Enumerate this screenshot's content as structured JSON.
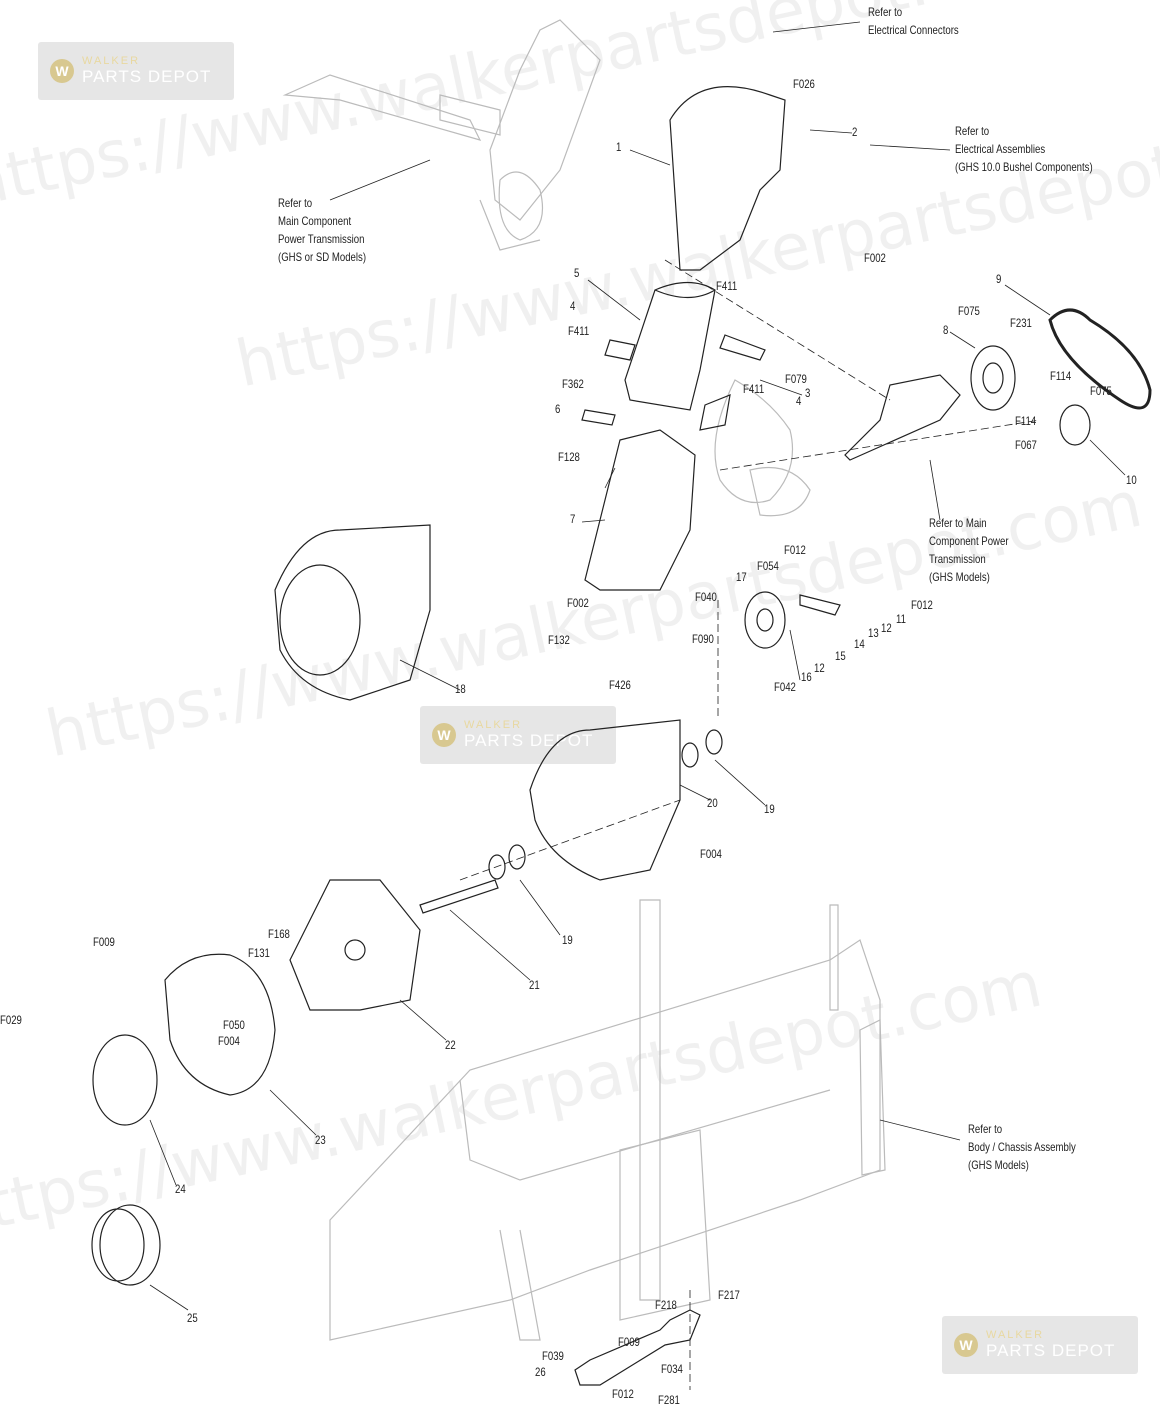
{
  "watermark": {
    "url_text": "https://www.walkerpartsdepot.com",
    "logo_line1": "WALKER",
    "logo_line2": "PARTS DEPOT"
  },
  "references": {
    "electrical_connectors": [
      "Refer to",
      "Electrical Connectors"
    ],
    "electrical_assemblies": [
      "Refer to",
      "Electrical Assemblies",
      "(GHS 10.0 Bushel Components)"
    ],
    "main_component_gs": [
      "Refer to",
      "Main Component",
      "Power Transmission",
      "(GHS or SD Models)"
    ],
    "main_component_ghs": [
      "Refer to Main",
      "Component Power",
      "Transmission",
      "(GHS Models)"
    ],
    "body_chassis": [
      "Refer to",
      "Body / Chassis Assembly",
      "(GHS Models)"
    ]
  },
  "labels": [
    "F026",
    "2",
    "1",
    "F002",
    "5",
    "F411",
    "9",
    "F075",
    "4",
    "F231",
    "F411",
    "8",
    "F079",
    "3",
    "F362",
    "F114",
    "F075",
    "F411",
    "6",
    "4",
    "F114",
    "F067",
    "F128",
    "10",
    "7",
    "F012",
    "F054",
    "17",
    "F012",
    "11",
    "12",
    "13",
    "14",
    "15",
    "12",
    "16",
    "F042",
    "F040",
    "F002",
    "F132",
    "F090",
    "18",
    "F426",
    "20",
    "19",
    "F004",
    "19",
    "21",
    "F168",
    "F131",
    "F009",
    "F050",
    "F004",
    "22",
    "F029",
    "23",
    "24",
    "25",
    "F217",
    "F218",
    "F009",
    "F039",
    "F034",
    "26",
    "F012",
    "F281"
  ],
  "colors": {
    "line": "#222222",
    "faded": "#bbbbbb"
  }
}
